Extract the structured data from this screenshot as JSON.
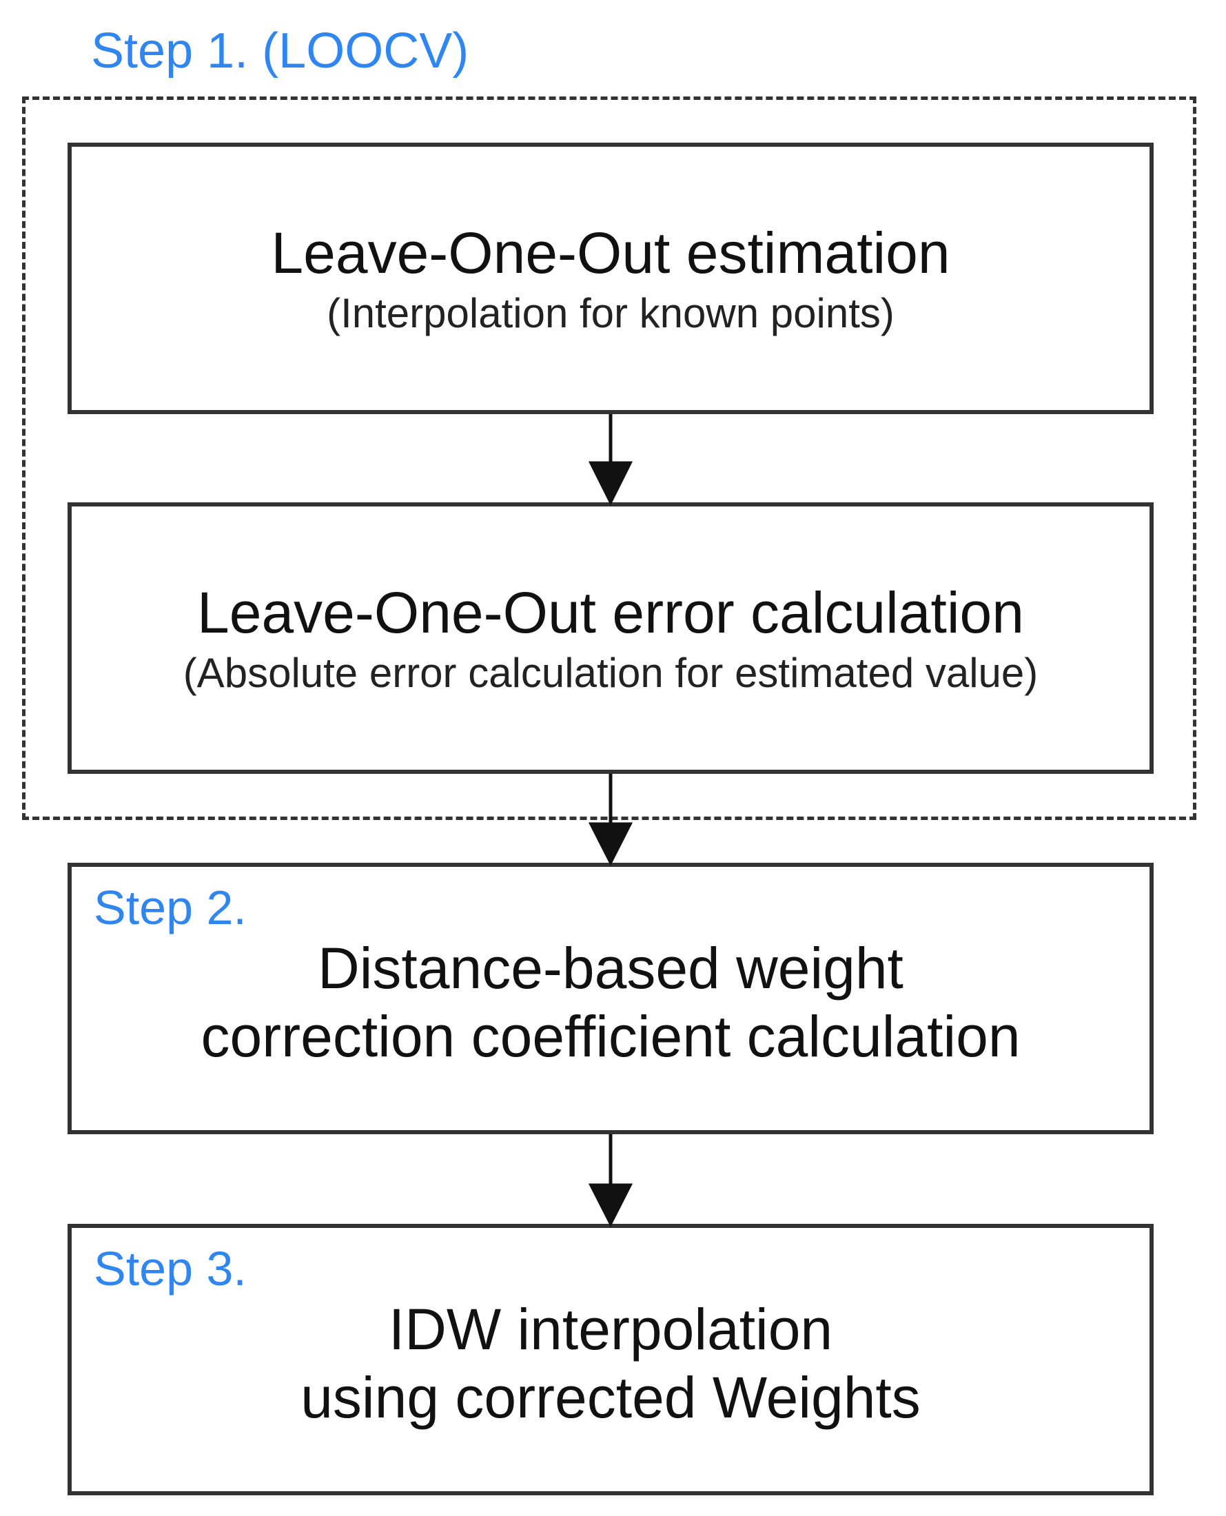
{
  "step1": {
    "label": "Step 1. (LOOCV)"
  },
  "boxes": [
    {
      "title": "Leave-One-Out estimation",
      "subtitle": "(Interpolation for known points)"
    },
    {
      "title": "Leave-One-Out error calculation",
      "subtitle": "(Absolute error calculation for estimated value)"
    },
    {
      "step_label": "Step 2.",
      "title_line1": "Distance-based weight",
      "title_line2": "correction coefficient calculation"
    },
    {
      "step_label": "Step 3.",
      "title_line1": "IDW interpolation",
      "title_line2": "using corrected Weights"
    }
  ],
  "colors": {
    "step_label": "#2f86f0",
    "border": "#333333",
    "text": "#111111"
  }
}
